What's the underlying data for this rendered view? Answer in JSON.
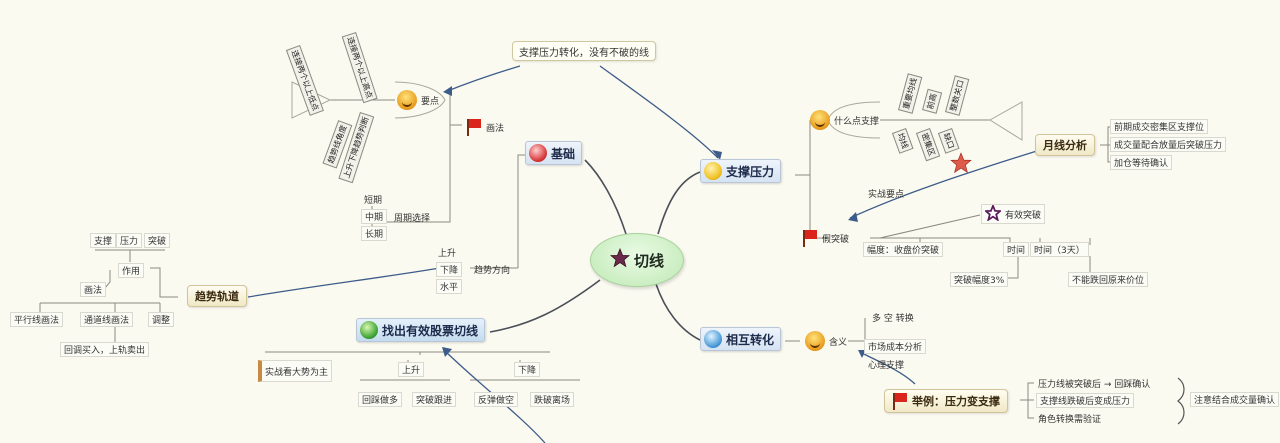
{
  "central": {
    "label": "切线",
    "icon": "star-icon"
  },
  "callout_top": "支撑压力转化，没有不破的线",
  "branches": {
    "support": {
      "label": "支撑压力",
      "icon": "yellow-ball-icon",
      "fishbone": {
        "label": "什么点支撑",
        "icon": "smiley-icon",
        "bones_top": [
          "重要均线",
          "前高",
          "整数关口"
        ],
        "bones_bottom": [
          "均线",
          "密集区",
          "缺口"
        ]
      },
      "monthly": {
        "label": "月线分析",
        "items": [
          "前期成交密集区支撑位",
          "成交量配合放量后突破压力",
          "加仓等待确认"
        ]
      },
      "breakout_label": "实战要点",
      "false_break_label": "假突破",
      "confirm": {
        "label": "有效突破",
        "icon": "star-outline-icon",
        "left": "幅度：收盘价突破",
        "time": "时间",
        "time_detail": "时间（3天）",
        "pct": "突破幅度3%",
        "hold": "不能跌回原来价位"
      }
    },
    "transform": {
      "label": "相互转化",
      "icon": "blue-ball-icon",
      "smiley_label": "含义",
      "top_items": "多 空 转换",
      "mid_item": "市场成本分析",
      "bottom_item": "心理支撑",
      "example": {
        "label": "举例：压力变支撑",
        "icon": "flag-icon",
        "items": [
          "压力线被突破后 → 回踩确认",
          "支撑线跌破后变成压力",
          "角色转换需验证"
        ],
        "note": "注意结合成交量确认"
      }
    },
    "basic": {
      "label": "基础",
      "icon": "red-ball-icon",
      "flag_label": "画法",
      "fishbone": {
        "label": "要点",
        "icon": "smiley-icon",
        "bones_top": [
          "连接两个以上低点",
          "连接两个以上高点"
        ],
        "bones_bottom": [
          "趋势线角度",
          "上升下降趋势判断"
        ]
      },
      "choice_items": [
        "短期",
        "中期",
        "长期"
      ],
      "choice_label": "周期选择",
      "direction_items": [
        "上升",
        "下降",
        "水平"
      ],
      "direction_label": "趋势方向"
    },
    "special": {
      "label": "趋势轨道",
      "top_row": [
        "支撑",
        "压力",
        "突破"
      ],
      "apply_label": "作用",
      "method_label": "画法",
      "method_items": [
        "平行线画法",
        "通道线画法",
        "调整"
      ],
      "sub_item": "回调买入，上轨卖出"
    },
    "practice": {
      "label": "找出有效股票切线",
      "icon": "green-ball-icon",
      "left_callout": "实战看大势为主",
      "group1_label": "上升",
      "group1_items": [
        "回踩做多",
        "突破跟进"
      ],
      "group2_label": "下降",
      "group2_items": [
        "反弹做空",
        "跌破离场"
      ]
    }
  },
  "colors": {
    "background": "#fbfaf1",
    "central_fill": "#c6ebbd",
    "link": "#5a6e8a",
    "flag_red": "#d9251c",
    "branch_blue": "#d5e3f2"
  }
}
